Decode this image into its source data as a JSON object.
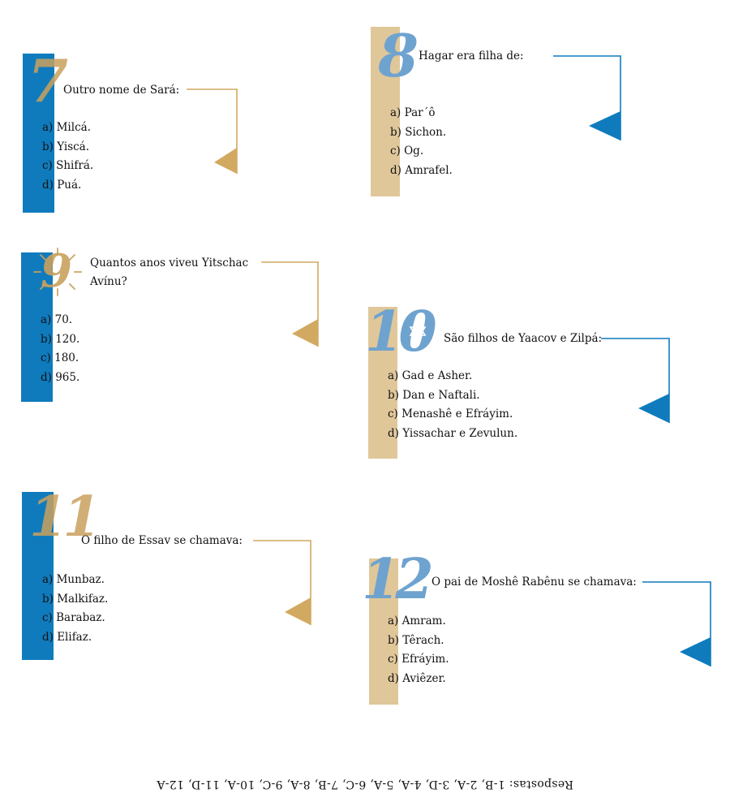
{
  "quizzes": [
    {
      "number": "7",
      "question": "Outro nome de Sará:",
      "options": [
        "a) Milcá.",
        "b) Yiscá.",
        "c) Shifrá.",
        "d) Puá."
      ]
    },
    {
      "number": "8",
      "question": "Hagar era filha de:",
      "options": [
        "a) Par´ô",
        "b) Sichon.",
        "c) Og.",
        "d) Amrafel."
      ]
    },
    {
      "number": "9",
      "question": "Quantos anos viveu Yitschac Avínu?",
      "options": [
        "a) 70.",
        "b) 120.",
        "c) 180.",
        "d) 965."
      ]
    },
    {
      "number": "10",
      "question": "São filhos de Yaacov e Zilpá:",
      "options": [
        "a) Gad e Asher.",
        "b) Dan e Naftali.",
        "c) Menashê e Efráyim.",
        "d) Yissachar e Zevulun."
      ]
    },
    {
      "number": "11",
      "question": "O filho de Essav se chamava:",
      "options": [
        "a) Munbaz.",
        "b) Malkifaz.",
        "c) Barabaz.",
        "d) Elifaz."
      ]
    },
    {
      "number": "12",
      "question": "O pai de Moshê Rabênu se chamava:",
      "options": [
        "a) Amram.",
        "b) Têrach.",
        "c) Efráyim.",
        "d) Aviêzer."
      ]
    }
  ],
  "answers": "Respostas: 1-B, 2-A, 3-D, 4-A, 5-A, 6-C, 7-B, 8-A, 9-C, 10-A, 11-D, 12-A",
  "colors": {
    "blue": "#0f7bbd",
    "tan": "#e0c79a",
    "gold": "#d2a961",
    "number_blue": "#6fa3cf",
    "number_gold": "#c9a15e"
  }
}
